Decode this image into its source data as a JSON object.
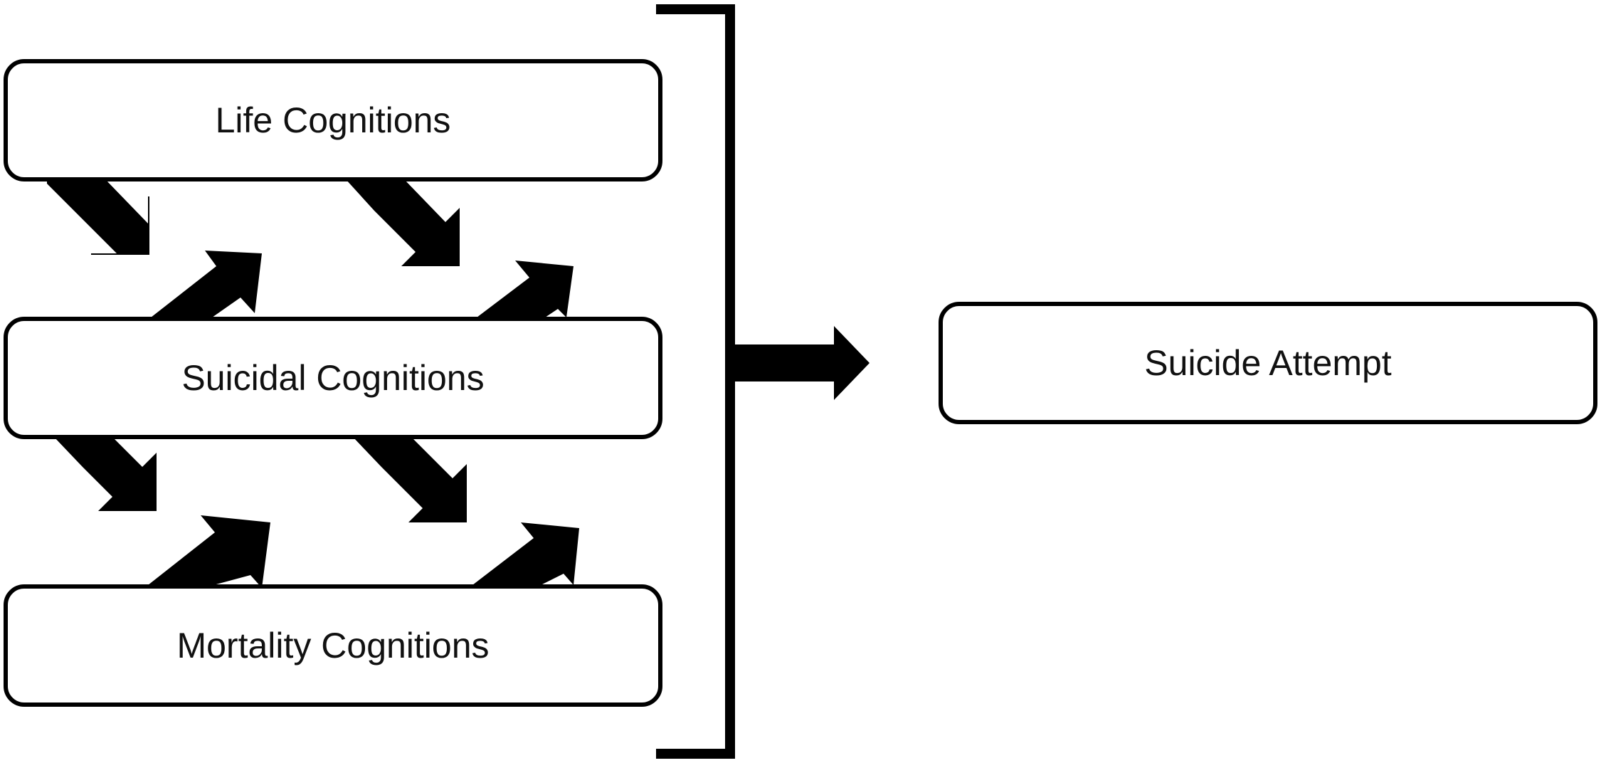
{
  "diagram": {
    "nodes": {
      "life": "Life Cognitions",
      "suicidal": "Suicidal Cognitions",
      "mortality": "Mortality Cognitions",
      "outcome": "Suicide Attempt"
    },
    "colors": {
      "stroke": "#000000",
      "fill": "#ffffff",
      "text": "#111111"
    }
  }
}
